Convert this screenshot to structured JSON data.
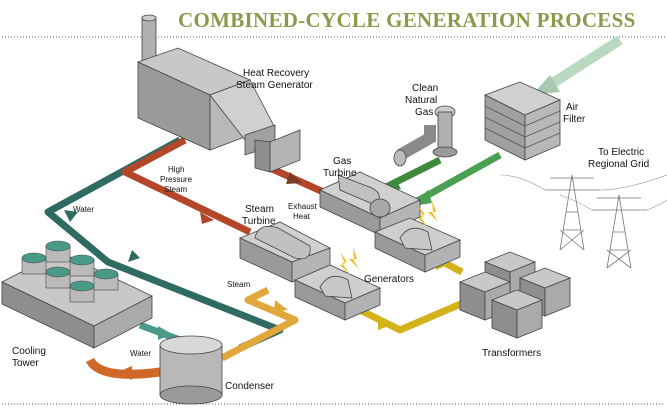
{
  "title": "COMBINED-CYCLE GENERATION PROCESS",
  "labels": {
    "hrsg_1": "Heat Recovery",
    "hrsg_2": "Steam Generator",
    "gas_1": "Clean",
    "gas_2": "Natural",
    "gas_3": "Gas",
    "air_1": "Air",
    "air_2": "Filter",
    "grid_1": "To Electric",
    "grid_2": "Regional Grid",
    "hps_1": "High",
    "hps_2": "Pressure",
    "hps_3": "Steam",
    "gt_1": "Gas",
    "gt_2": "Turbine",
    "exh_1": "Exhaust",
    "exh_2": "Heat",
    "st_1": "Steam",
    "st_2": "Turbine",
    "water_top": "Water",
    "steam": "Steam",
    "generators": "Generators",
    "transformers": "Transformers",
    "ct_1": "Cooling",
    "ct_2": "Tower",
    "water_bottom": "Water",
    "condenser": "Condenser"
  },
  "colors": {
    "title": "#8a9a4a",
    "water": "#2f6b63",
    "high_pressure_steam": "#b4472a",
    "steam": "#e0a83a",
    "electric": "#d4b21c",
    "gas": "#3c8a3c",
    "air": "#a8c8b0",
    "return_water": "#d0682a",
    "cooling_water": "#4a9a8a"
  }
}
